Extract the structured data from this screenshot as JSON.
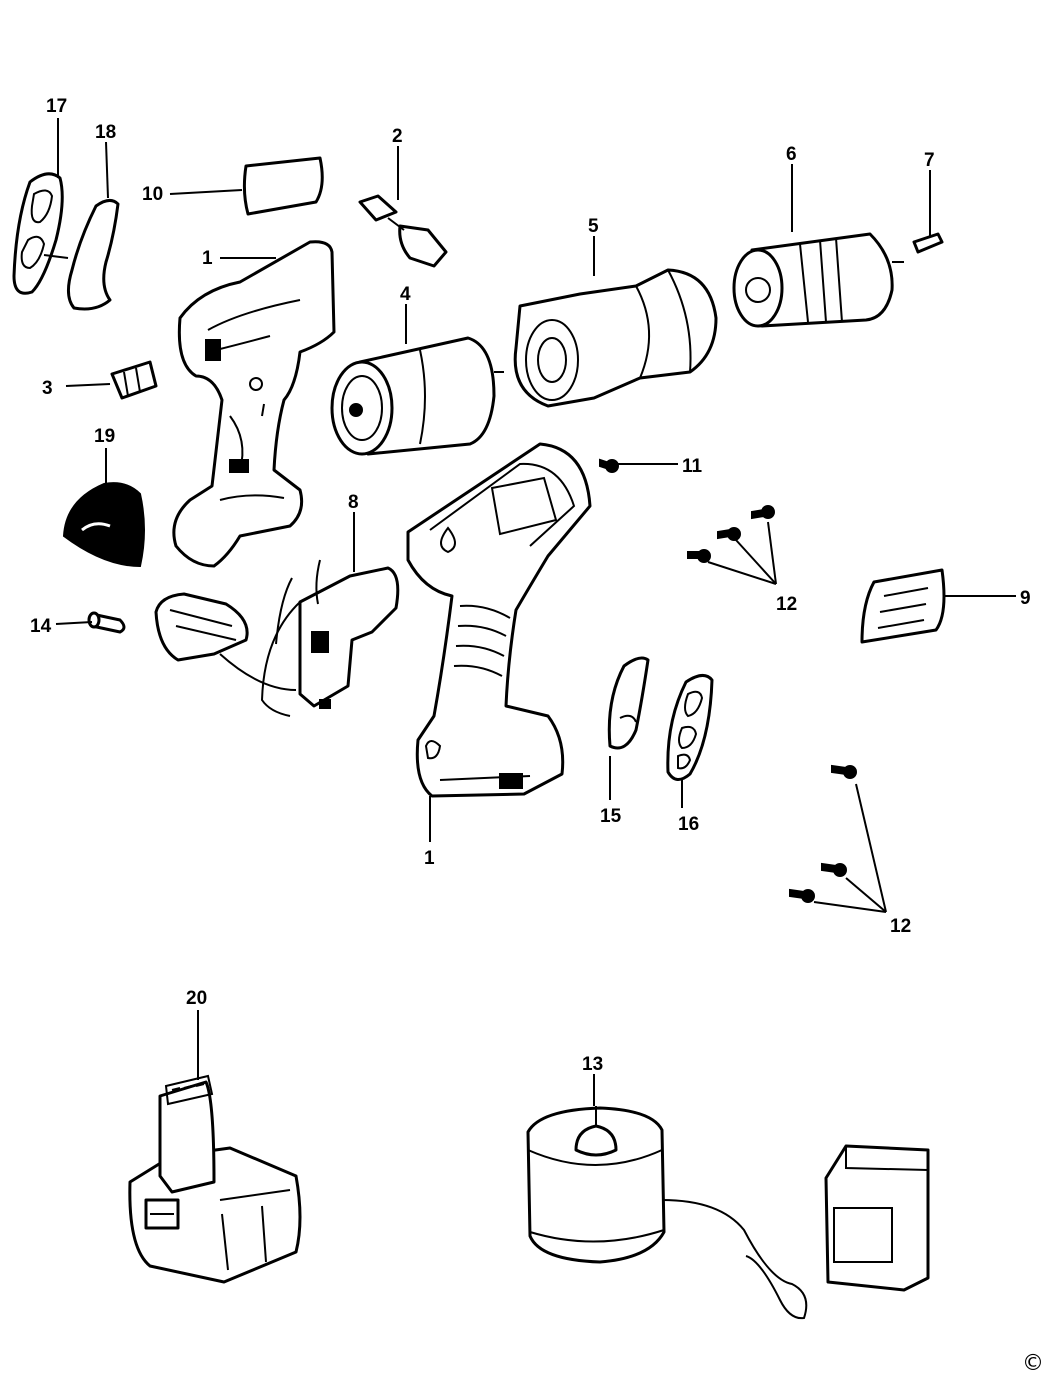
{
  "callouts": {
    "c1": "1",
    "c1b": "1",
    "c2": "2",
    "c3": "3",
    "c4": "4",
    "c5": "5",
    "c6": "6",
    "c7": "7",
    "c8": "8",
    "c9": "9",
    "c10": "10",
    "c11": "11",
    "c12": "12",
    "c12b": "12",
    "c13": "13",
    "c14": "14",
    "c15": "15",
    "c16": "16",
    "c17": "17",
    "c18": "18",
    "c19": "19",
    "c20": "20"
  },
  "copyright": "©"
}
